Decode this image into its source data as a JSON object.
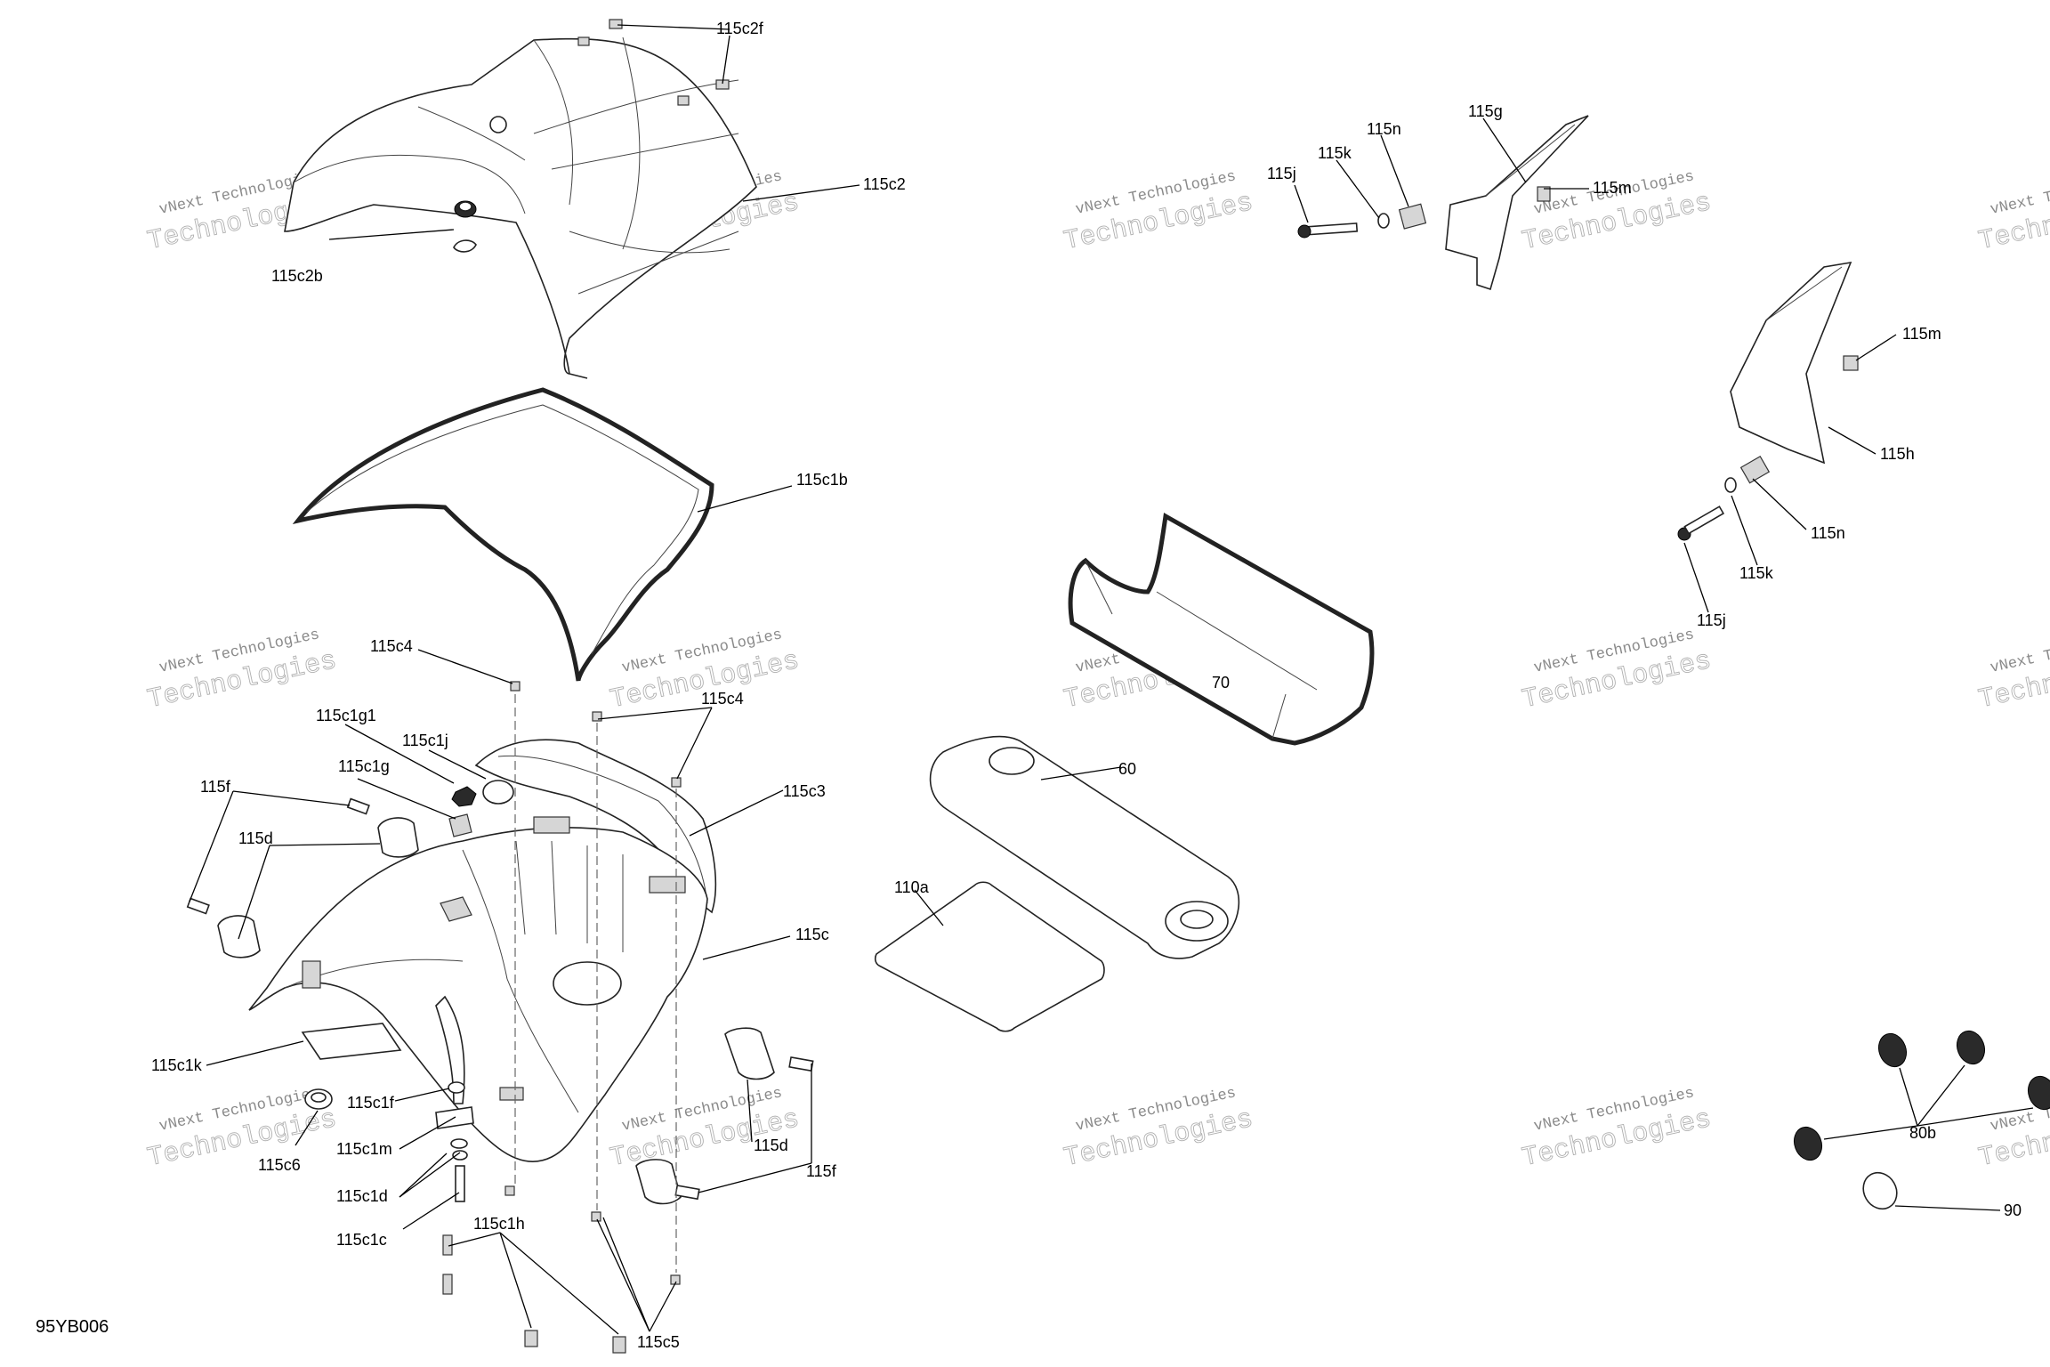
{
  "diagram": {
    "code": "95YB006",
    "watermark": {
      "line1": "vNext Technologies",
      "line2": "Technologies"
    },
    "labels": {
      "p115c2f": "115c2f",
      "p115c2": "115c2",
      "p115c2b": "115c2b",
      "p115c1b": "115c1b",
      "p115c4_top": "115c4",
      "p115c4_right": "115c4",
      "p115c1g1": "115c1g1",
      "p115c1j": "115c1j",
      "p115c1g": "115c1g",
      "p115c3": "115c3",
      "p115f_left": "115f",
      "p115d_left": "115d",
      "p115c": "115c",
      "p115c1k": "115c1k",
      "p115c1f": "115c1f",
      "p115c6": "115c6",
      "p115c1m": "115c1m",
      "p115c1d": "115c1d",
      "p115c1c": "115c1c",
      "p115c1h": "115c1h",
      "p115c5": "115c5",
      "p115d_right": "115d",
      "p115f_right": "115f",
      "p115j_top": "115j",
      "p115k_top": "115k",
      "p115n_top": "115n",
      "p115g": "115g",
      "p115m_top": "115m",
      "p115m_right": "115m",
      "p115h": "115h",
      "p115n_right": "115n",
      "p115k_right": "115k",
      "p115j_right": "115j",
      "p70": "70",
      "p60": "60",
      "p110a": "110a",
      "p80b": "80b",
      "p90": "90"
    }
  }
}
